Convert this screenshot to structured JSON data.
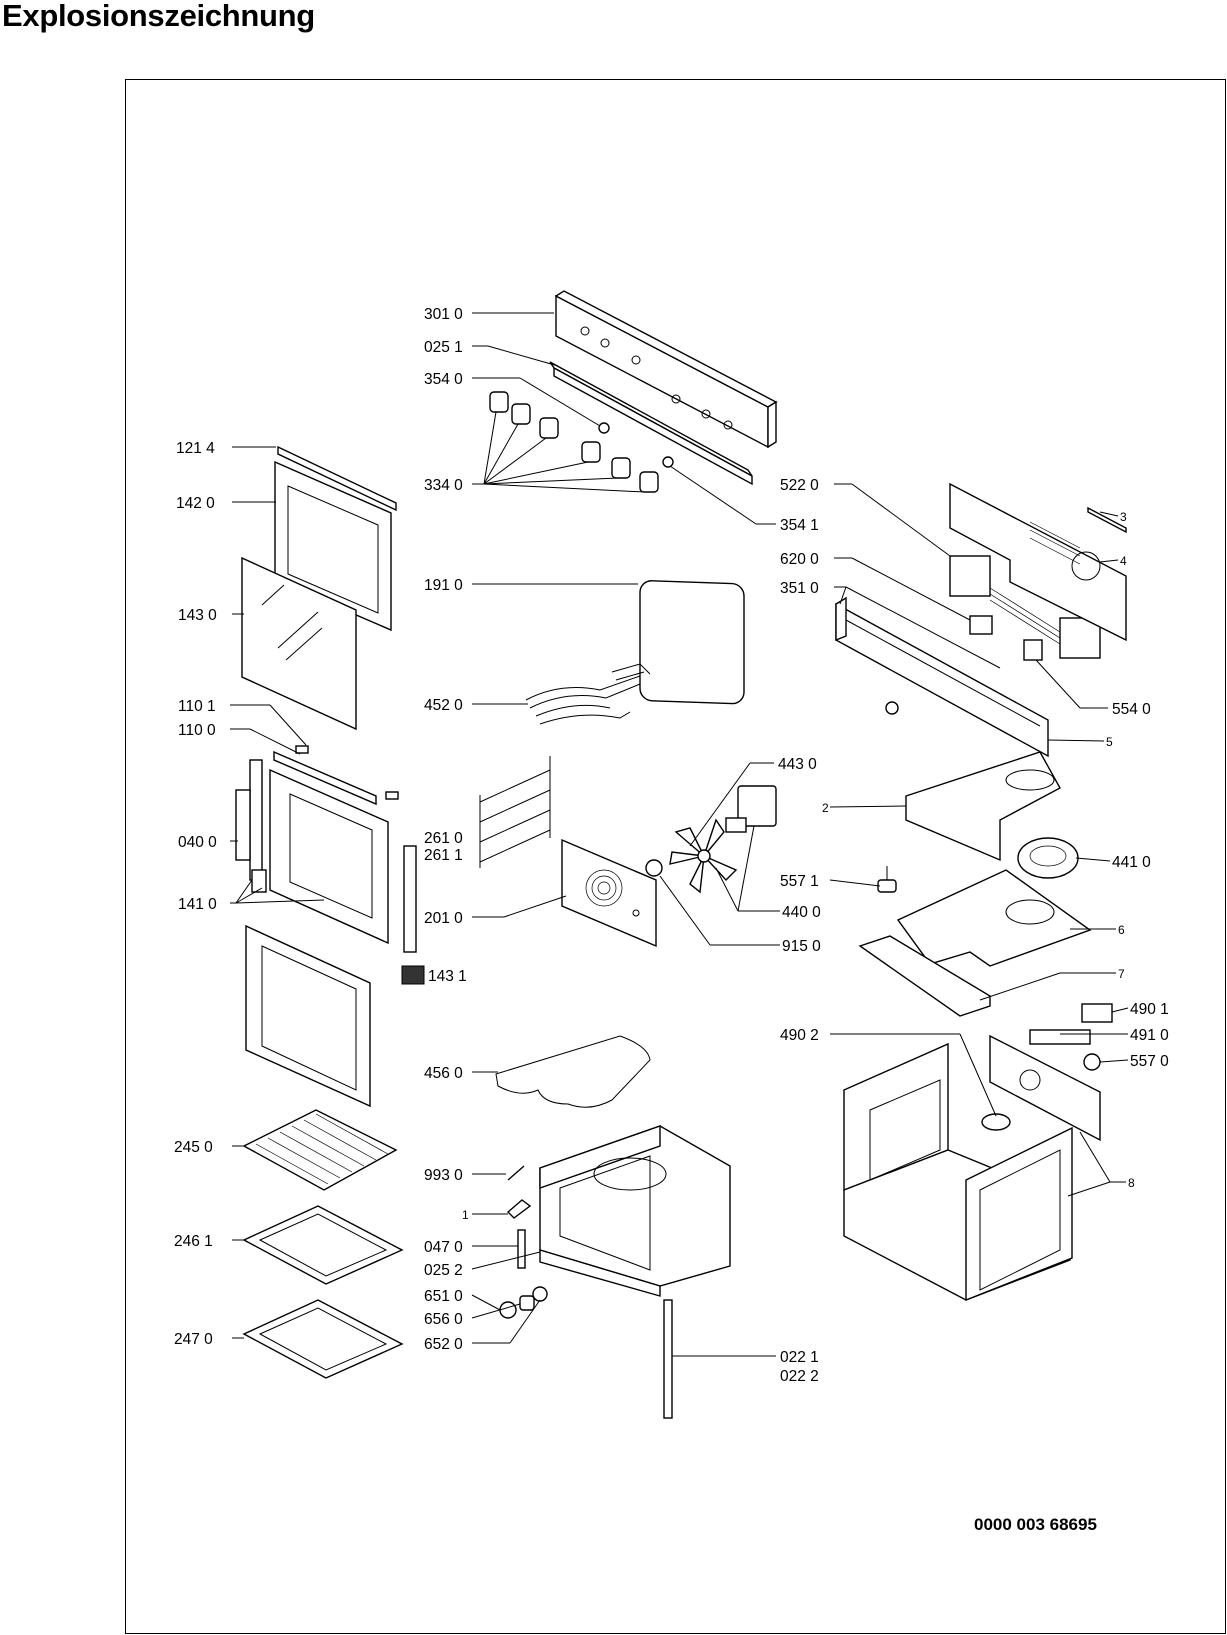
{
  "title": "Explosionszeichnung",
  "document_number": "0000 003 68695",
  "labels": {
    "l3010": "301 0",
    "l0251": "025 1",
    "l3540": "354 0",
    "l3340": "334 0",
    "l3541": "354 1",
    "l1214": "121 4",
    "l1420": "142 0",
    "l1430": "143 0",
    "l1101": "110 1",
    "l1100": "110 0",
    "l0400": "040 0",
    "l1410": "141 0",
    "l1431": "143 1",
    "l1910": "191 0",
    "l4520": "452 0",
    "l2610": "261 0",
    "l2611": "261 1",
    "l2010": "201 0",
    "l4430": "443 0",
    "l4400": "440 0",
    "l9150": "915 0",
    "l5571": "557 1",
    "l4410": "441 0",
    "l5220": "522 0",
    "l6200": "620 0",
    "l3510": "351 0",
    "l5540": "554 0",
    "l3": "3",
    "l4": "4",
    "l5": "5",
    "l2": "2",
    "l6": "6",
    "l7": "7",
    "l4901": "490 1",
    "l4910": "491 0",
    "l5570": "557 0",
    "l4902": "490 2",
    "l8": "8",
    "l4560": "456 0",
    "l2450": "245 0",
    "l2461": "246 1",
    "l2470": "247 0",
    "l9930": "993 0",
    "l1": "1",
    "l0470": "047 0",
    "l0252": "025 2",
    "l6510": "651 0",
    "l6560": "656 0",
    "l6520": "652 0",
    "l0221": "022 1",
    "l0222": "022 2"
  }
}
